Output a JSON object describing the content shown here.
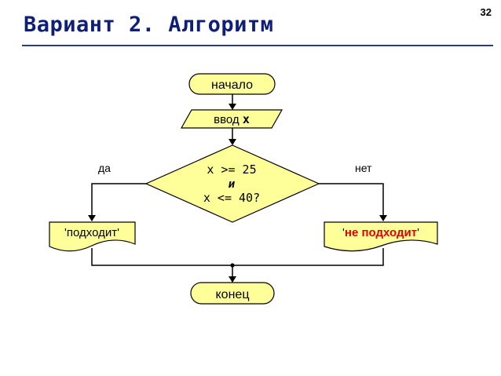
{
  "slide": {
    "title": "Вариант 2. Алгоритм",
    "page_number": "32"
  },
  "colors": {
    "title": "#0e1f7a",
    "shape_fill": "#ffff99",
    "stroke": "#000000",
    "highlight_text": "#e00000"
  },
  "flowchart": {
    "start": "начало",
    "input": {
      "text": "ввод ",
      "var": "x"
    },
    "decision": {
      "line1": "x >= 25",
      "line2": "и",
      "line3": "x <= 40?"
    },
    "yes_label": "да",
    "no_label": "нет",
    "yes_output": "'подходит'",
    "no_output": {
      "quote_open": "'",
      "text": "не подходит",
      "quote_close": "'"
    },
    "end": "конец"
  }
}
